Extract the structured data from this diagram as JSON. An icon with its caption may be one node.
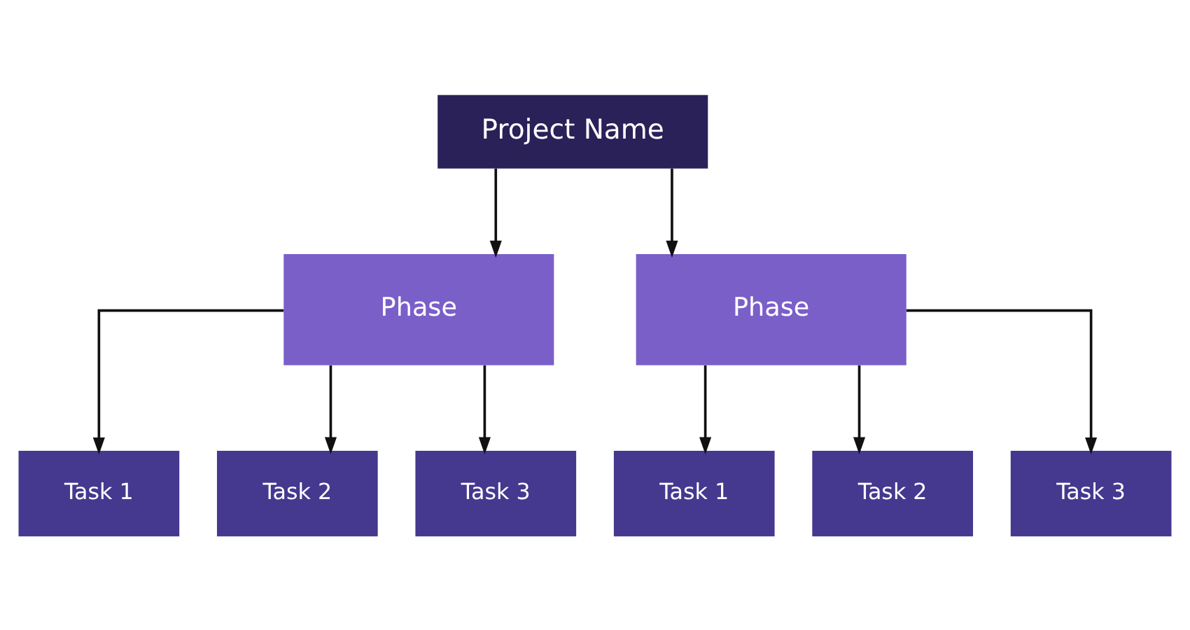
{
  "diagram": {
    "nodes": [
      {
        "text": [
          "Project Name"
        ]
      },
      {
        "text": [
          "Phase"
        ]
      },
      {
        "text": [
          "Phase"
        ]
      },
      {
        "text": [
          "Task 1"
        ]
      },
      {
        "text": [
          "Task 2"
        ]
      },
      {
        "text": [
          "Task 3"
        ]
      },
      {
        "text": [
          "Task 1"
        ]
      },
      {
        "text": [
          "Task 2"
        ]
      },
      {
        "text": [
          "Task 3"
        ]
      }
    ],
    "edges": [
      {
        "from": 0,
        "to": 1,
        "arrow": "to"
      },
      {
        "from": 0,
        "to": 2,
        "arrow": "to"
      },
      {
        "from": 1,
        "to": 3,
        "arrow": "to"
      },
      {
        "from": 1,
        "to": 4,
        "arrow": "to"
      },
      {
        "from": 1,
        "to": 5,
        "arrow": "to"
      },
      {
        "from": 2,
        "to": 6,
        "arrow": "to"
      },
      {
        "from": 2,
        "to": 7,
        "arrow": "to"
      },
      {
        "from": 2,
        "to": 8,
        "arrow": "to"
      }
    ]
  }
}
